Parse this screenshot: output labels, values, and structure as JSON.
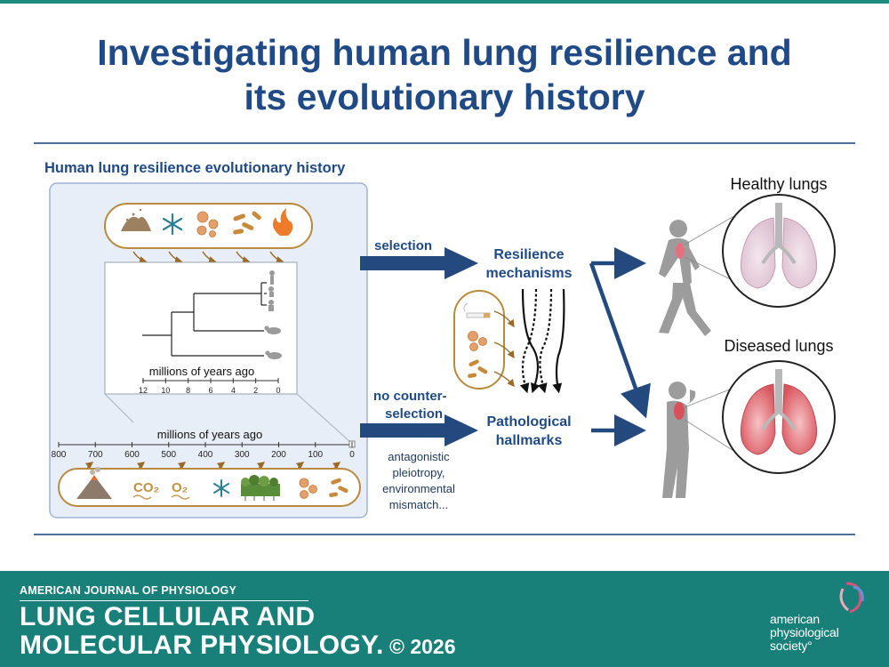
{
  "header": {
    "title_line1": "Investigating human lung resilience and",
    "title_line2": "its evolutionary history"
  },
  "panel": {
    "heading": "Human lung resilience evolutionary history",
    "inset_axis_label": "millions of years ago",
    "inset_ticks": [
      "12",
      "10",
      "8",
      "6",
      "4",
      "2",
      "0"
    ],
    "main_axis_label": "millions of years ago",
    "main_ticks": [
      "800",
      "700",
      "600",
      "500",
      "400",
      "300",
      "200",
      "100",
      "0"
    ],
    "co2_label": "CO₂",
    "o2_label": "O₂",
    "top_icons": [
      "dust-icon",
      "snowflake-icon",
      "particles-icon",
      "bacteria-icon",
      "fire-icon"
    ],
    "bottom_icons": [
      "volcano-icon",
      "co2-icon",
      "o2-icon",
      "snowflake-icon",
      "forest-icon",
      "particles-icon",
      "bacteria-icon"
    ]
  },
  "flow": {
    "selection_label": "selection",
    "resilience_line1": "Resilience",
    "resilience_line2": "mechanisms",
    "no_counter_line1": "no counter-",
    "no_counter_line2": "selection",
    "pathological_line1": "Pathological",
    "pathological_line2": "hallmarks",
    "causes_line1": "antagonistic",
    "causes_line2": "pleiotropy,",
    "causes_line3": "environmental",
    "causes_line4": "mismatch..."
  },
  "outcomes": {
    "healthy_label": "Healthy lungs",
    "diseased_label": "Diseased lungs"
  },
  "footer": {
    "series": "AMERICAN JOURNAL OF PHYSIOLOGY",
    "journal_line1": "LUNG CELLULAR AND",
    "journal_line2": "MOLECULAR PHYSIOLOGY.",
    "copyright": "© 2026",
    "society_line1": "american",
    "society_line2": "physiological",
    "society_line3": "society°"
  },
  "colors": {
    "title": "#1f4a86",
    "arrow": "#24497f",
    "panel_fill": "#e8eef7",
    "panel_border": "#9fb3cf",
    "capsule_border": "#b98a3e",
    "footer": "#188078",
    "healthy_lung": "#e9d3df",
    "diseased_lung": "#e2777f"
  }
}
